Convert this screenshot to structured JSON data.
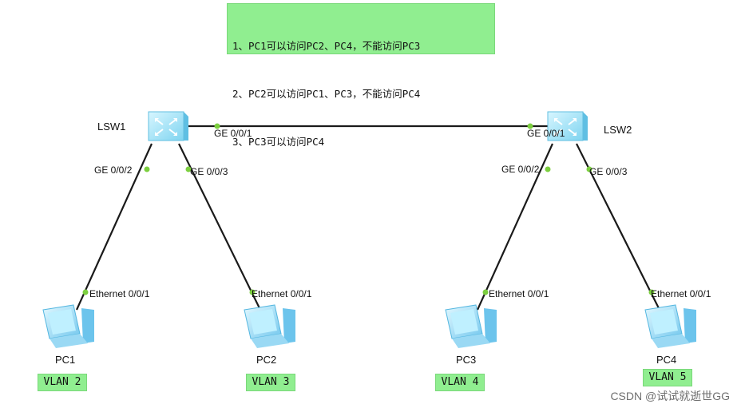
{
  "notes": [
    "1、PC1可以访问PC2、PC4，不能访问PC3",
    "2、PC2可以访问PC1、PC3，不能访问PC4",
    "3、PC3可以访问PC4"
  ],
  "switches": [
    {
      "name": "LSW1"
    },
    {
      "name": "LSW2"
    }
  ],
  "pcs": [
    {
      "name": "PC1",
      "vlan": "VLAN 2"
    },
    {
      "name": "PC2",
      "vlan": "VLAN 3"
    },
    {
      "name": "PC3",
      "vlan": "VLAN 4"
    },
    {
      "name": "PC4",
      "vlan": "VLAN 5"
    }
  ],
  "ports": {
    "lsw1_uplink": "GE 0/0/1",
    "lsw2_uplink": "GE 0/0/1",
    "lsw1_p2": "GE 0/0/2",
    "lsw1_p3": "GE 0/0/3",
    "lsw2_p2": "GE 0/0/2",
    "lsw2_p3": "GE 0/0/3",
    "pc1_port": "Ethernet 0/0/1",
    "pc2_port": "Ethernet 0/0/1",
    "pc3_port": "Ethernet 0/0/1",
    "pc4_port": "Ethernet 0/0/1"
  },
  "watermark": "CSDN @试试就逝世GG",
  "colors": {
    "link": "#1a1a1a",
    "port_dot": "#7ccf3f",
    "note_bg": "#90ee90",
    "device_blue": "#8fdcf5"
  }
}
